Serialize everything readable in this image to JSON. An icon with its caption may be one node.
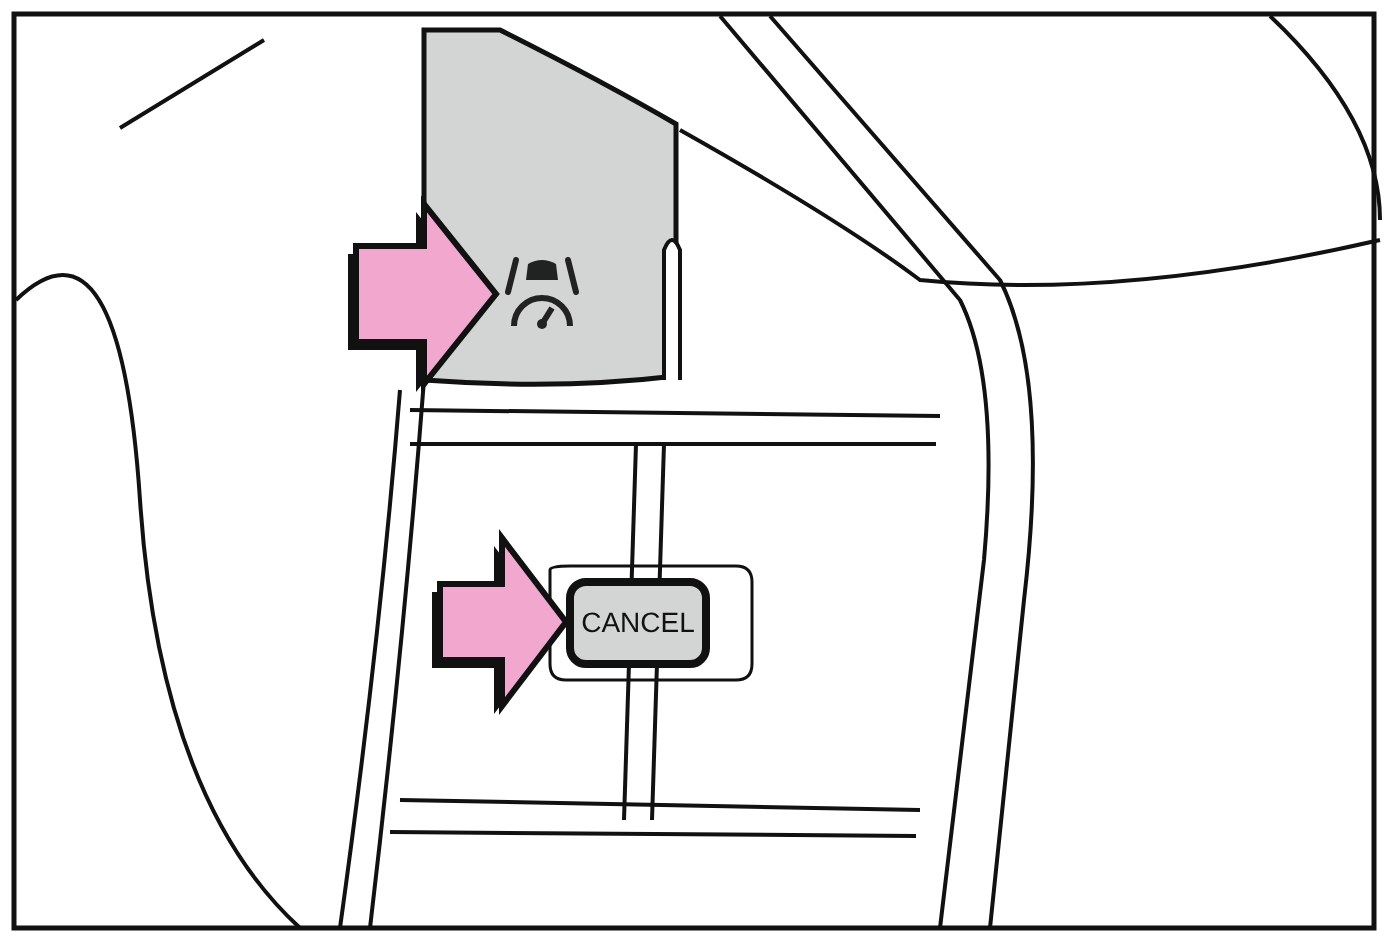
{
  "diagram": {
    "nodes": [
      {
        "text": [],
        "shape": "picture"
      },
      {
        "text": [
          "CANCEL"
        ]
      }
    ],
    "edges": [
      {
        "from": null,
        "to": 0,
        "arrow": "to",
        "color": "#f2a7cf"
      },
      {
        "from": null,
        "to": 1,
        "arrow": "to",
        "color": "#f2a7cf"
      }
    ]
  }
}
